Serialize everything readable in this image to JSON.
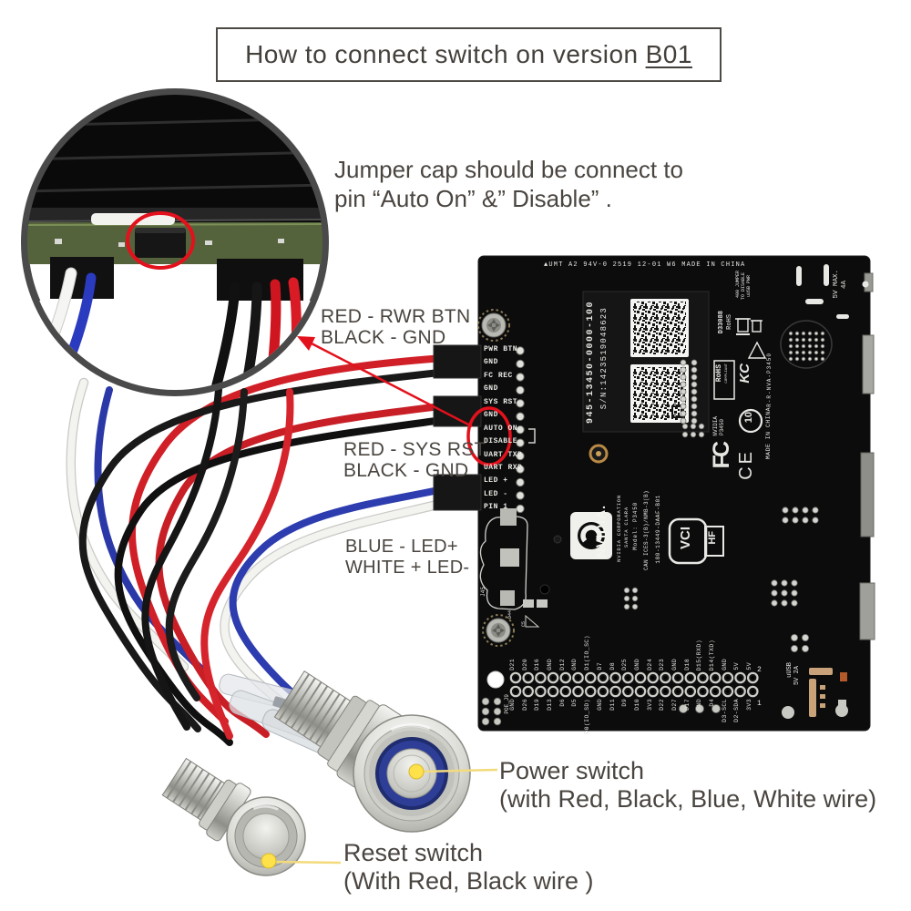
{
  "title": {
    "prefix": "How to connect switch on version",
    "version": "B01"
  },
  "inset": {
    "note_line1": "Jumper cap should be connect to",
    "note_line2": "pin  “Auto On” &” Disable” ."
  },
  "wire_labels": {
    "pwr_line1": "RED - RWR BTN",
    "pwr_line2": "BLACK - GND",
    "rst_line1": "RED - SYS RST",
    "rst_line2": "BLACK - GND",
    "led_line1": "BLUE - LED+",
    "led_line2": "WHITE + LED-"
  },
  "board": {
    "top_edge": "▲UMT  A2 94V-0 2519  12-01 W6  MADE IN CHINA",
    "pin_labels": [
      "PWR BTN",
      "GND",
      "FC REC",
      "GND",
      "SYS RST",
      "GND",
      "AUTO ON",
      "DISABLE",
      "UART TXD",
      "UART RXD",
      "LED +",
      "LED -",
      "PIN 1"
    ],
    "sticker": {
      "part": "945-13450-0000-100",
      "serial": "S/N:1423519048623"
    },
    "nvidia": {
      "wordmark": "NVIDIA.",
      "corp": "NVIDIA CORPORATION",
      "city": "SANTA CLARA",
      "model": "Model: P3450",
      "ices": "CAN ICES-3(B)/NMB-3(B)",
      "part2": "180-13449-DAAF-B01"
    },
    "marks": {
      "vcci": "VCI",
      "hf": "HF",
      "fcc": "FC",
      "ce": "CE",
      "pollution": "10",
      "made_in": "MADE IN CHINA",
      "reg": "R-R-NVA-P3450",
      "d_num": "D33088",
      "rohs": "RoHS",
      "rohs_box1": "RoHS",
      "rohs_box2": "COMPLIANT",
      "kc": "KC",
      "p3450_l1": "NVIDIA",
      "p3450_l2": "P3450"
    },
    "notes": {
      "jumper_l1": "400 JUMPER",
      "jumper_l2": "TO DISABLE",
      "jumper_l3": "uUSB PWR",
      "max_l1": "5V MAX.",
      "max_l2": "4A",
      "uusb_l1": "uUSB",
      "uusb_l2": "5V 2A"
    },
    "refs": {
      "j45": "J45",
      "d44": "D44",
      "c5": "C5",
      "poe": "POE_J9",
      "pin2": "2",
      "pin1": "1"
    },
    "header": {
      "top": [
        "D21",
        "D20",
        "D16",
        "GND",
        "D12",
        "GND",
        "D1(IO_SC)",
        "D7",
        "D8",
        "D25",
        "GND",
        "D24",
        "D23",
        "GND",
        "D18",
        "D15(RXD)",
        "D14(TXD)",
        "GND",
        "5V",
        "5V"
      ],
      "bottom": [
        "GND",
        "D26",
        "D19",
        "D13",
        "D6",
        "D5",
        "D0(IO_SD)",
        "GND",
        "D11",
        "D9",
        "D10",
        "3V3",
        "D22",
        "D27",
        "D17",
        "GND",
        "D4",
        "D3-SCL",
        "D2-SDA",
        "3V3"
      ]
    }
  },
  "switch_labels": {
    "power_line1": "Power switch",
    "power_line2": "(with Red, Black, Blue, White wire)",
    "reset_line1": "Reset switch",
    "reset_line2": "(With Red, Black wire )"
  },
  "colors": {
    "annotation_red": "#e01020",
    "marker_yellow": "#ffe14a",
    "board_black": "#0c0c0c",
    "led_blue": "#2e3e96"
  }
}
